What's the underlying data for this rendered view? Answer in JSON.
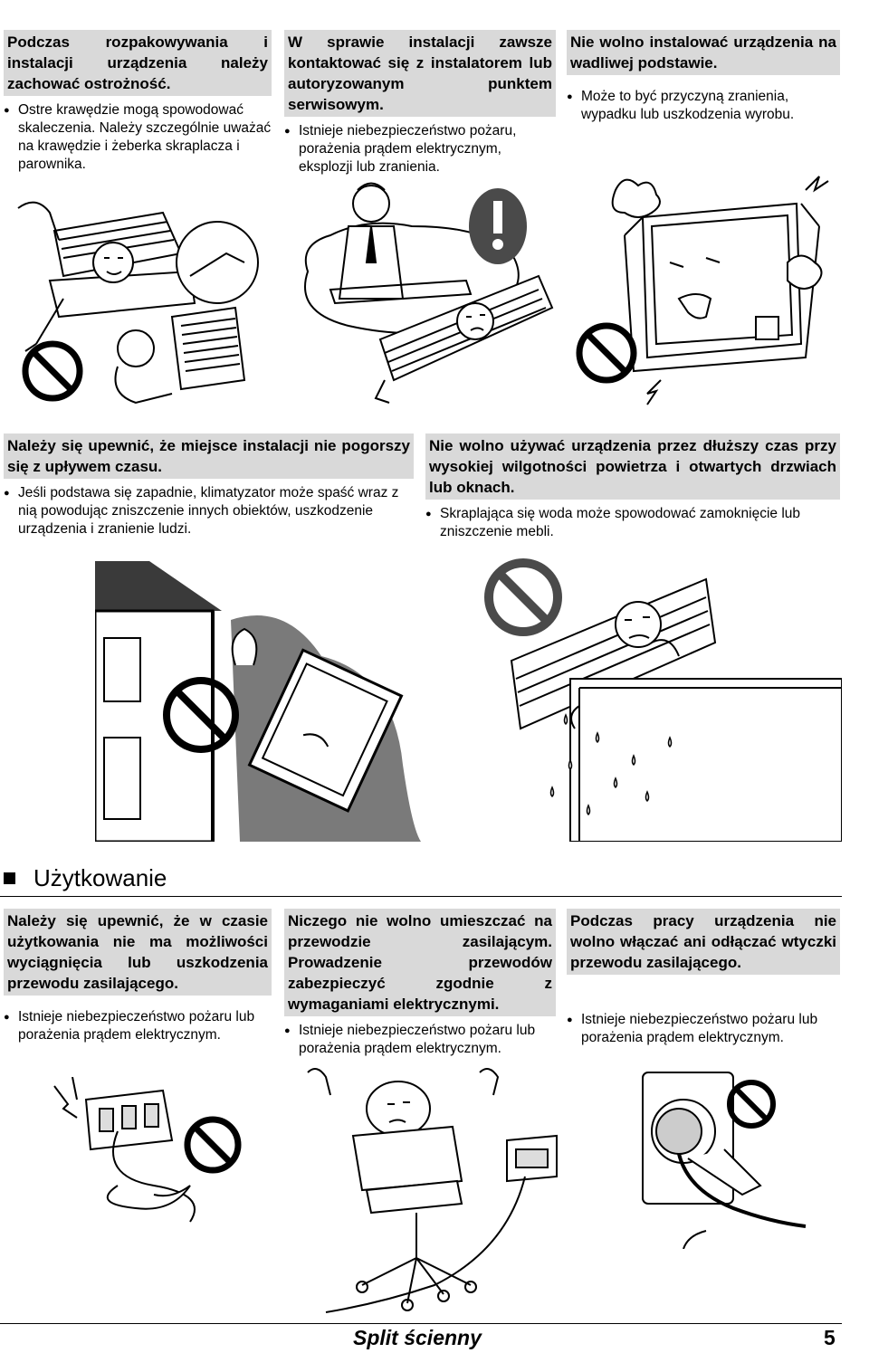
{
  "top": [
    {
      "heading": "Podczas rozpakowywania i instalacji urządzenia należy zachować ostrożność.",
      "bullet": "Ostre krawędzie mogą spowodować skaleczenia. Należy szczególnie uważać na krawędzie i żeberka skraplacza i parownika."
    },
    {
      "heading": "W sprawie instalacji zawsze kontaktować się z instalatorem lub autoryzowanym punktem serwisowym.",
      "bullet": "Istnieje niebezpieczeństwo pożaru, porażenia prądem elektrycznym, eksplozji lub zranienia."
    },
    {
      "heading": "Nie wolno instalować urządzenia na wadliwej podstawie.",
      "bullet": "Może to być przyczyną zranienia, wypadku lub uszkodzenia wyrobu."
    }
  ],
  "middle": [
    {
      "heading": "Należy się upewnić, że miejsce instalacji nie pogorszy się z upływem czasu.",
      "bullet": "Jeśli podstawa się zapadnie, klimatyzator może spaść wraz z nią powodując zniszczenie innych obiektów, uszkodzenie urządzenia i zranienie ludzi."
    },
    {
      "heading": "Nie wolno używać urządzenia przez dłuższy czas przy wysokiej wilgotności powietrza i otwartych drzwiach lub oknach.",
      "bullet": "Skraplająca się woda może spowodować zamoknięcie lub zniszczenie mebli."
    }
  ],
  "section": {
    "title": "Użytkowanie"
  },
  "bottom": [
    {
      "heading": "Należy się upewnić, że w czasie użytkowania nie ma możliwości wyciągnięcia lub uszkodzenia przewodu zasilającego.",
      "bullet": "Istnieje niebezpieczeństwo pożaru lub porażenia prądem elektrycznym."
    },
    {
      "heading": "Niczego nie wolno umieszczać na przewodzie zasilającym. Prowadzenie przewodów zabezpieczyć zgodnie z wymaganiami elektrycznymi.",
      "bullet": "Istnieje niebezpieczeństwo pożaru lub porażenia prądem elektrycznym."
    },
    {
      "heading": "Podczas pracy urządzenia nie wolno włączać ani odłączać wtyczki przewodu zasilającego.",
      "bullet": "Istnieje niebezpieczeństwo pożaru lub porażenia prądem elektrycznym."
    }
  ],
  "footer": {
    "title": "Split ścienny",
    "page": "5"
  },
  "icons": {
    "prohibition": "prohibition-icon",
    "warning": "exclamation-icon",
    "bullet": "bullet-dot-icon"
  }
}
